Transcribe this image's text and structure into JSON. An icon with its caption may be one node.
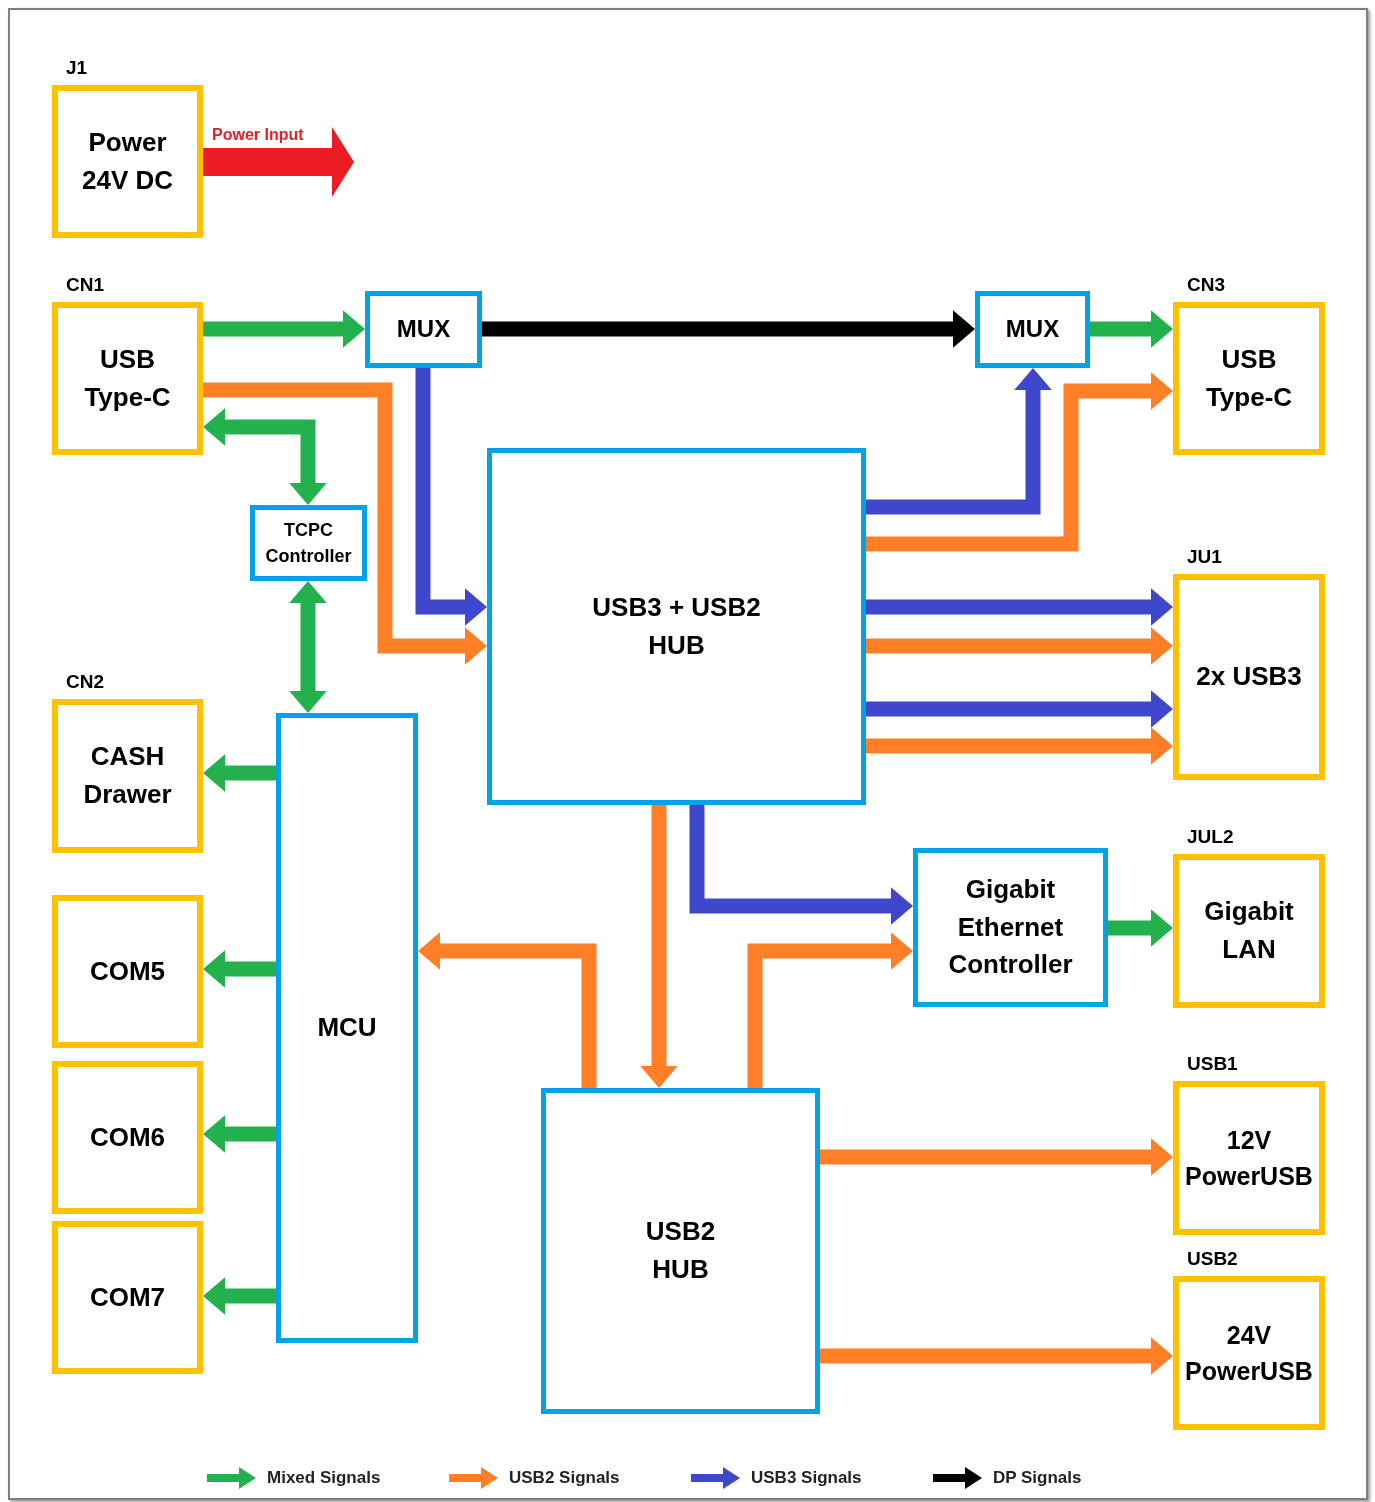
{
  "diagram": {
    "nodes": [
      {
        "text": [
          "Power 24V DC"
        ],
        "beside": [
          "J1"
        ]
      },
      {
        "text": [
          "USB Type-C"
        ],
        "beside": [
          "CN1"
        ]
      },
      {
        "text": [
          "MUX"
        ]
      },
      {
        "text": [
          "MUX"
        ]
      },
      {
        "text": [
          "USB Type-C"
        ],
        "beside": [
          "CN3"
        ]
      },
      {
        "text": [
          "TCPC Controller"
        ]
      },
      {
        "text": [
          "USB3 + USB2 HUB"
        ]
      },
      {
        "text": [
          "2x USB3"
        ],
        "beside": [
          "JU1"
        ]
      },
      {
        "text": [
          "CASH Drawer"
        ],
        "beside": [
          "CN2"
        ]
      },
      {
        "text": [
          "MCU"
        ]
      },
      {
        "text": [
          "Gigabit Ethernet Controller"
        ]
      },
      {
        "text": [
          "Gigabit LAN"
        ],
        "beside": [
          "JUL2"
        ]
      },
      {
        "text": [
          "COM5"
        ]
      },
      {
        "text": [
          "COM6"
        ]
      },
      {
        "text": [
          "USB2 HUB"
        ]
      },
      {
        "text": [
          "12V PowerUSB"
        ],
        "beside": [
          "USB1"
        ]
      },
      {
        "text": [
          "COM7"
        ]
      },
      {
        "text": [
          "24V PowerUSB"
        ],
        "beside": [
          "USB2"
        ]
      }
    ],
    "edges": [
      {
        "from": 0,
        "to": null,
        "arrow": "to",
        "label": "Power Input",
        "color": "#ed1c24",
        "style": "thick"
      },
      {
        "from": 1,
        "to": 2,
        "arrow": "to",
        "color": "#22b14c"
      },
      {
        "from": 2,
        "to": 3,
        "arrow": "to",
        "color": "#000000"
      },
      {
        "from": 3,
        "to": 4,
        "arrow": "to",
        "color": "#22b14c"
      },
      {
        "from": 1,
        "to": 6,
        "arrow": "to",
        "color": "#ff7f27"
      },
      {
        "from": 1,
        "to": 5,
        "arrow": "both",
        "color": "#22b14c"
      },
      {
        "from": 2,
        "to": 6,
        "arrow": "to",
        "color": "#3f48cc"
      },
      {
        "from": 6,
        "to": 3,
        "arrow": "to",
        "color": "#3f48cc"
      },
      {
        "from": 6,
        "to": 4,
        "arrow": "to",
        "color": "#ff7f27"
      },
      {
        "from": 6,
        "to": 7,
        "arrow": "to",
        "color": "#3f48cc"
      },
      {
        "from": 6,
        "to": 7,
        "arrow": "to",
        "color": "#ff7f27"
      },
      {
        "from": 6,
        "to": 7,
        "arrow": "to",
        "color": "#3f48cc"
      },
      {
        "from": 6,
        "to": 7,
        "arrow": "to",
        "color": "#ff7f27"
      },
      {
        "from": 5,
        "to": 9,
        "arrow": "both",
        "color": "#22b14c"
      },
      {
        "from": 9,
        "to": 8,
        "arrow": "to",
        "color": "#22b14c"
      },
      {
        "from": 9,
        "to": 12,
        "arrow": "to",
        "color": "#22b14c"
      },
      {
        "from": 9,
        "to": 13,
        "arrow": "to",
        "color": "#22b14c"
      },
      {
        "from": 9,
        "to": 16,
        "arrow": "to",
        "color": "#22b14c"
      },
      {
        "from": 6,
        "to": 14,
        "arrow": "to",
        "color": "#ff7f27"
      },
      {
        "from": 6,
        "to": 10,
        "arrow": "to",
        "color": "#3f48cc"
      },
      {
        "from": 14,
        "to": 9,
        "arrow": "to",
        "color": "#ff7f27"
      },
      {
        "from": 14,
        "to": 10,
        "arrow": "to",
        "color": "#ff7f27"
      },
      {
        "from": 10,
        "to": 11,
        "arrow": "to",
        "color": "#22b14c"
      },
      {
        "from": 14,
        "to": 15,
        "arrow": "to",
        "color": "#ff7f27"
      },
      {
        "from": 14,
        "to": 17,
        "arrow": "to",
        "color": "#ff7f27"
      }
    ],
    "legend": [
      {
        "text": "Mixed Signals",
        "color": "#22b14c"
      },
      {
        "text": "USB2 Signals",
        "color": "#ff7f27"
      },
      {
        "text": "USB3 Signals",
        "color": "#3f48cc"
      },
      {
        "text": "DP Signals",
        "color": "#000000"
      }
    ]
  }
}
